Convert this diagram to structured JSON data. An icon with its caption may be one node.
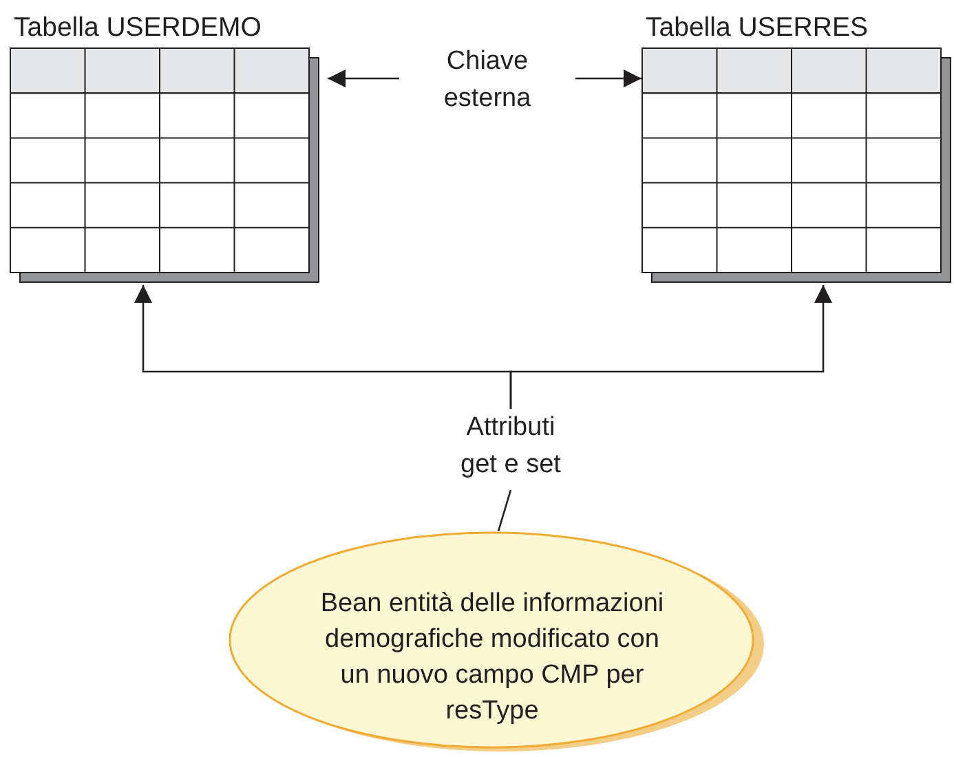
{
  "diagram": {
    "nodes": [
      {
        "text": [
          "Tabella USERDEMO"
        ]
      },
      {
        "text": [
          "Tabella USERRES"
        ]
      },
      {
        "text": [
          "Chiave esterna"
        ]
      },
      {
        "text": [
          "Attributi get e set"
        ]
      },
      {
        "text": [
          "Bean entità delle informazioni demografiche modificato con un nuovo campo CMP per resType"
        ]
      }
    ],
    "edges": [
      {
        "from": 2,
        "to": 0,
        "arrow": "to"
      },
      {
        "from": 2,
        "to": 1,
        "arrow": "to"
      },
      {
        "from": 4,
        "to": 3,
        "arrow": "none"
      },
      {
        "from": 3,
        "to": 0,
        "arrow": "to"
      },
      {
        "from": 3,
        "to": 1,
        "arrow": "to"
      }
    ]
  }
}
